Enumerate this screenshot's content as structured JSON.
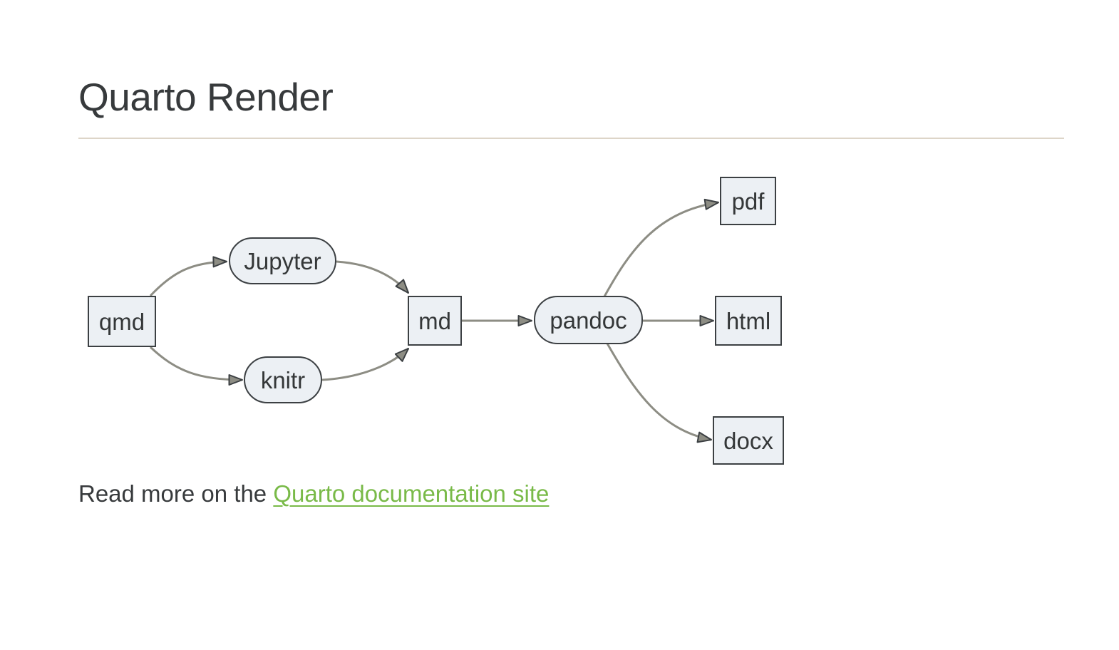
{
  "page": {
    "title": "Quarto Render"
  },
  "footer": {
    "prefix": "Read more on the ",
    "link_text": "Quarto documentation site"
  },
  "colors": {
    "background": "#ffffff",
    "title_text": "#373a3c",
    "divider": "#ddd5c8",
    "body_text": "#373a3c",
    "link_green": "#79ba48",
    "node_fill": "#ecf0f4",
    "node_border": "#3c4043",
    "node_text": "#343738",
    "edge_gray": "#8d8d84",
    "arrowhead_fill": "#8d8d84",
    "arrowhead_outline": "#3c4043"
  },
  "diagram": {
    "type": "flowchart",
    "direction": "left-to-right",
    "nodes": [
      {
        "id": "qmd",
        "label": "qmd",
        "shape": "rect"
      },
      {
        "id": "jupyter",
        "label": "Jupyter",
        "shape": "rounded"
      },
      {
        "id": "knitr",
        "label": "knitr",
        "shape": "rounded"
      },
      {
        "id": "md",
        "label": "md",
        "shape": "rect"
      },
      {
        "id": "pandoc",
        "label": "pandoc",
        "shape": "rounded"
      },
      {
        "id": "pdf",
        "label": "pdf",
        "shape": "rect"
      },
      {
        "id": "html",
        "label": "html",
        "shape": "rect"
      },
      {
        "id": "docx",
        "label": "docx",
        "shape": "rect"
      }
    ],
    "edges": [
      {
        "from": "qmd",
        "to": "jupyter"
      },
      {
        "from": "qmd",
        "to": "knitr"
      },
      {
        "from": "jupyter",
        "to": "md"
      },
      {
        "from": "knitr",
        "to": "md"
      },
      {
        "from": "md",
        "to": "pandoc"
      },
      {
        "from": "pandoc",
        "to": "pdf"
      },
      {
        "from": "pandoc",
        "to": "html"
      },
      {
        "from": "pandoc",
        "to": "docx"
      }
    ]
  }
}
